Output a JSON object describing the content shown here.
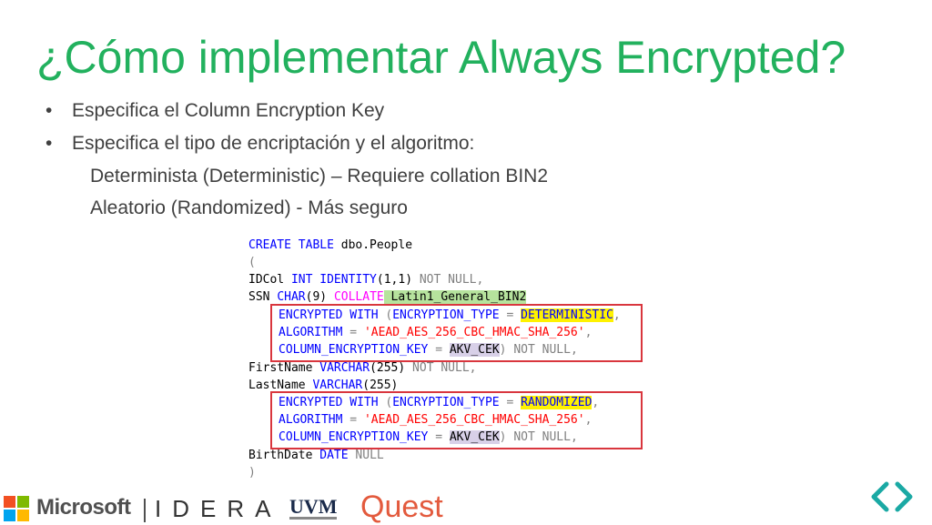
{
  "slide": {
    "title": "¿Cómo implementar Always Encrypted?",
    "bullets": [
      "Especifica el Column Encryption Key",
      "Especifica el tipo de encriptación y el algoritmo:"
    ],
    "sub_items": [
      "Determinista (Deterministic) – Requiere collation BIN2",
      "Aleatorio (Randomized) - Más seguro"
    ],
    "bullet_glyph": "•"
  },
  "code": {
    "l1_kw": "CREATE TABLE",
    "l1_rest": " dbo.People",
    "l2": "(",
    "l3_a": "IDCol ",
    "l3_b": "INT IDENTITY",
    "l3_c": "(1,1) ",
    "l3_d": "NOT NULL",
    "l3_e": ",",
    "l4_a": "SSN ",
    "l4_b": "CHAR",
    "l4_c": "(9) ",
    "l4_d": "COLLATE",
    "l4_e": " Latin1_General_BIN2",
    "enc1_a": "ENCRYPTED WITH",
    "enc1_b": " (",
    "enc1_c": "ENCRYPTION_TYPE",
    "enc1_d": " = ",
    "enc1_e": "DETERMINISTIC",
    "enc1_f": ",",
    "alg_a": "ALGORITHM",
    "alg_b": " = ",
    "alg_c": "'AEAD_AES_256_CBC_HMAC_SHA_256'",
    "alg_d": ",",
    "cek_a": "COLUMN_ENCRYPTION_KEY",
    "cek_b": " = ",
    "cek_c": "AKV_CEK",
    "cek_d": ") ",
    "cek_e": "NOT NULL",
    "cek_f": ",",
    "fn_a": "FirstName ",
    "fn_b": "VARCHAR",
    "fn_c": "(255) ",
    "fn_d": "NOT NULL",
    "fn_e": ",",
    "ln_a": "LastName ",
    "ln_b": "VARCHAR",
    "ln_c": "(255)",
    "enc2_e": "RANDOMIZED",
    "bd_a": "BirthDate ",
    "bd_b": "DATE",
    "bd_c": " NULL",
    "last": ")"
  },
  "footer": {
    "microsoft": "Microsoft",
    "idera": "IDERA",
    "uvm": "UVM",
    "quest": "Quest"
  },
  "colors": {
    "title": "#22b15e",
    "keyword": "#0000ff",
    "string": "#ff0000",
    "gray": "#808080",
    "box": "#d9363e"
  }
}
